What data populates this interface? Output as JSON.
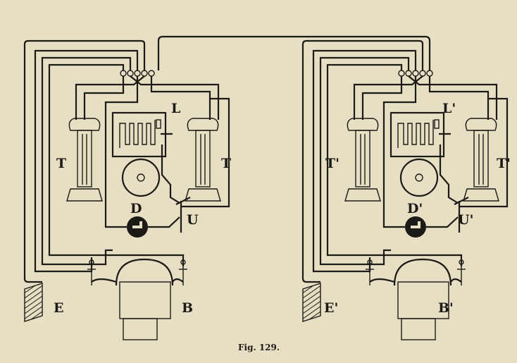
{
  "figure": {
    "caption": "Fig. 129.",
    "stations": [
      {
        "telephone_left": "T",
        "telephone_right": "T",
        "inductor": "L",
        "detector": "D",
        "switch": "U",
        "earth": "E",
        "battery": "B"
      },
      {
        "telephone_left": "T'",
        "telephone_right": "T'",
        "inductor": "L'",
        "detector": "D'",
        "switch": "U'",
        "earth": "E'",
        "battery": "B'"
      }
    ]
  }
}
